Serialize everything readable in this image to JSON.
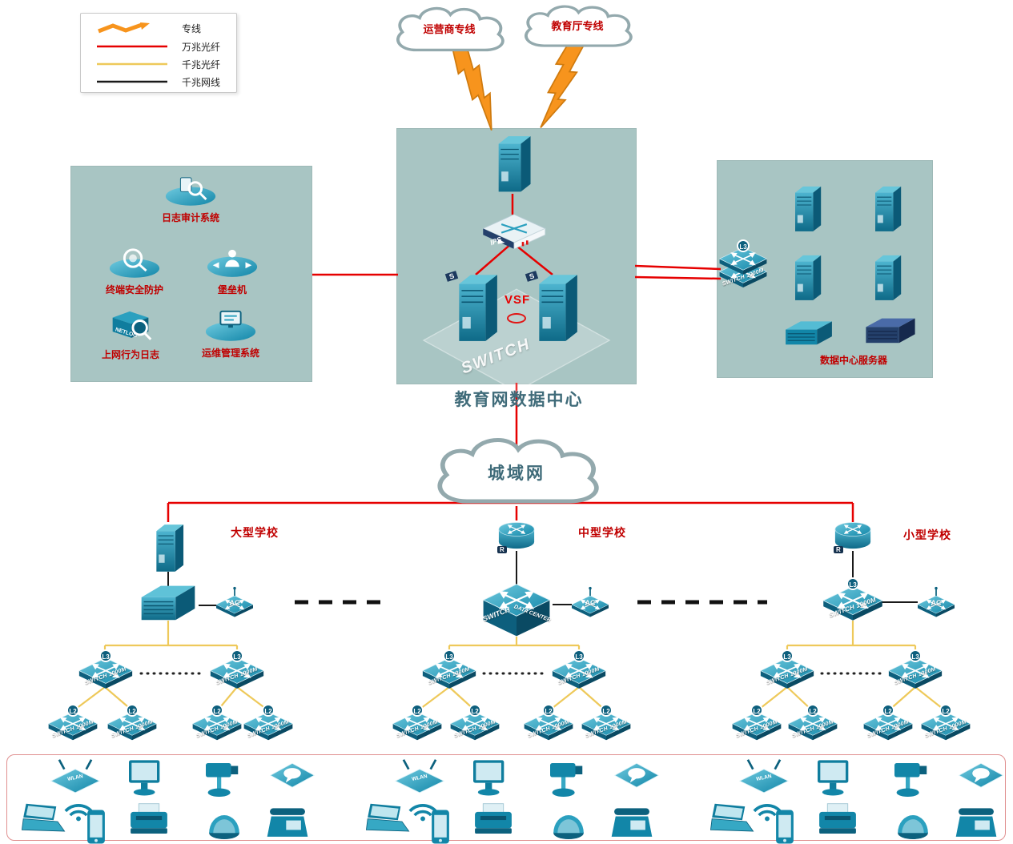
{
  "colors": {
    "line_10g": "#e60000",
    "line_1g": "#eec95a",
    "line_cable": "#1a1a1a",
    "bolt": "#f7941d",
    "label_red": "#c00000",
    "panel_bg": "#a8c5c3",
    "device_teal": "#1286a8",
    "title_teal": "#3f6b79"
  },
  "legend": {
    "items": [
      {
        "label": "专线",
        "line": "bolt"
      },
      {
        "label": "万兆光纤",
        "line": "red"
      },
      {
        "label": "千兆光纤",
        "line": "yellow"
      },
      {
        "label": "千兆网线",
        "line": "black"
      }
    ]
  },
  "top_clouds": {
    "carrier": "运营商专线",
    "edu": "教育厅专线"
  },
  "man_cloud": {
    "label": "城域网"
  },
  "datacenter": {
    "title": "教育网数据中心",
    "ips": "IPS",
    "vsf": "VSF",
    "watermark": "SWITCH",
    "server_badge": "S"
  },
  "security_panel": {
    "audit": "日志审计系统",
    "endpoint": "终端安全防护",
    "bastion": "堡垒机",
    "netlog": "上网行为日志",
    "netlog_icon": "NETLOG",
    "ops": "运维管理系统"
  },
  "server_panel": {
    "title": "数据中心服务器",
    "switch_label": "SWITCH 1000M",
    "switch_badge": "L3"
  },
  "labels": {
    "switch_1000m": "SWITCH 1000M",
    "l3": "L3",
    "l2": "L2",
    "ac": "AC",
    "router_badge": "R",
    "wlan": "WLAN",
    "core_mid_1": "SWITCH",
    "core_mid_2": "DATA CENTER"
  },
  "schools": [
    {
      "name": "大型学校"
    },
    {
      "name": "中型学校"
    },
    {
      "name": "小型学校"
    }
  ]
}
